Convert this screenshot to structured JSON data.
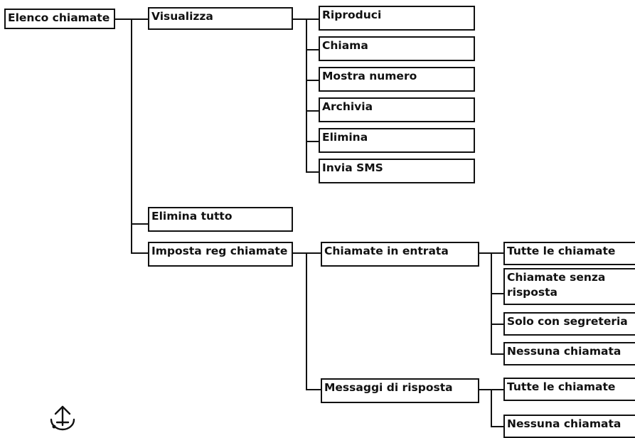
{
  "menu_tree": {
    "root": "Elenco chiamate",
    "visualizza": {
      "label": "Visualizza",
      "items": [
        "Riproduci",
        "Chiama",
        "Mostra numero",
        "Archivia",
        "Elimina",
        "Invia SMS"
      ]
    },
    "elimina_tutto": "Elimina tutto",
    "imposta_reg": {
      "label": "Imposta reg chiamate",
      "chiamate_in_entrata": {
        "label": "Chiamate in entrata",
        "items": [
          "Tutte le chiamate",
          "Chiamate senza risposta",
          "Solo con segreteria",
          "Nessuna chiamata"
        ]
      },
      "messaggi_di_risposta": {
        "label": "Messaggi di risposta",
        "items": [
          "Tutte le chiamate",
          "Nessuna chiamata"
        ]
      }
    }
  },
  "icons": {
    "footer": "menu-navigation-icon"
  },
  "colors": {
    "line": "#111111",
    "background": "#ffffff"
  }
}
